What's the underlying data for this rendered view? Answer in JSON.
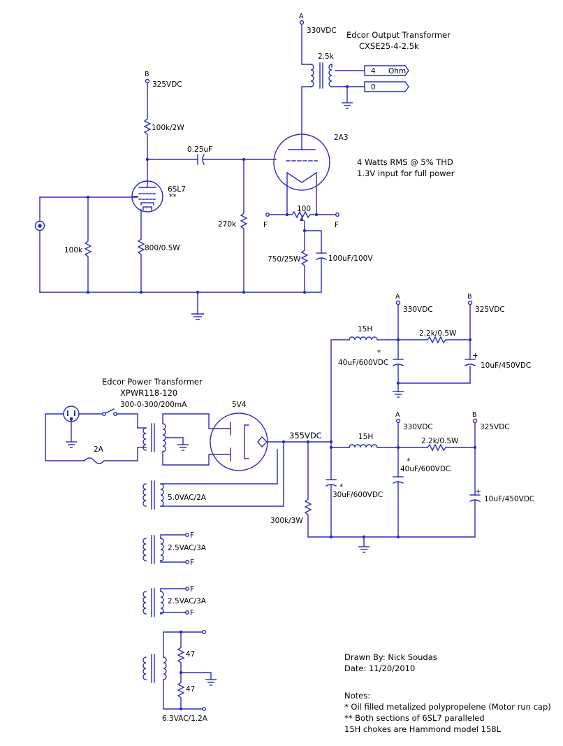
{
  "labels": {
    "rail_a": "A",
    "rail_b": "B",
    "v330": "330VDC",
    "v325": "325VDC",
    "v355": "355VDC",
    "f": "F",
    "star": "*",
    "dstar": "**"
  },
  "output_transformer": {
    "title_line1": "Edcor Output Transformer",
    "title_line2": "CXSE25-4-2.5k",
    "primary": "2.5k",
    "tap_4": "4",
    "tap_ohm": "Ohm",
    "tap_0": "0"
  },
  "amp": {
    "r_plate": "100k/2W",
    "cap_coupling": "0.25uF",
    "tube_driver": "6SL7",
    "tube_output": "2A3",
    "r_grid_in": "100k",
    "r_cathode_driver": "800/0.5W",
    "r_grid_out": "270k",
    "hum_pot": "100",
    "r_cathode_out": "750/25W",
    "cap_cathode": "100uF/100V",
    "spec_power": "4 Watts RMS @ 5% THD",
    "spec_input": "1.3V input for full power"
  },
  "power_supply": {
    "title_line1": "Edcor Power Transformer",
    "title_line2": "XPWR118-120",
    "hv_secondary": "300-0-300/200mA",
    "fuse": "2A",
    "rectifier": "5V4",
    "rect_heater": "5.0VAC/2A",
    "heater1": "2.5VAC/3A",
    "heater2": "2.5VAC/3A",
    "heater3": "6.3VAC/1.2A",
    "bleeder": "300k/3W",
    "choke": "15H",
    "cap_first": "30uF/600VDC",
    "cap_mid": "40uF/600VDC",
    "r_drop": "2.2k/0.5W",
    "cap_last": "10uF/450VDC",
    "r_hum1": "47",
    "r_hum2": "47"
  },
  "notes": {
    "drawn_by": "Drawn By: Nick Soudas",
    "date": "Date:  11/20/2010",
    "heading": "Notes:",
    "n1": "* Oil filled metalized polypropelene (Motor run cap)",
    "n2": "** Both sections of 6SL7 paralleled",
    "n3": "15H chokes are Hammond model 158L"
  }
}
